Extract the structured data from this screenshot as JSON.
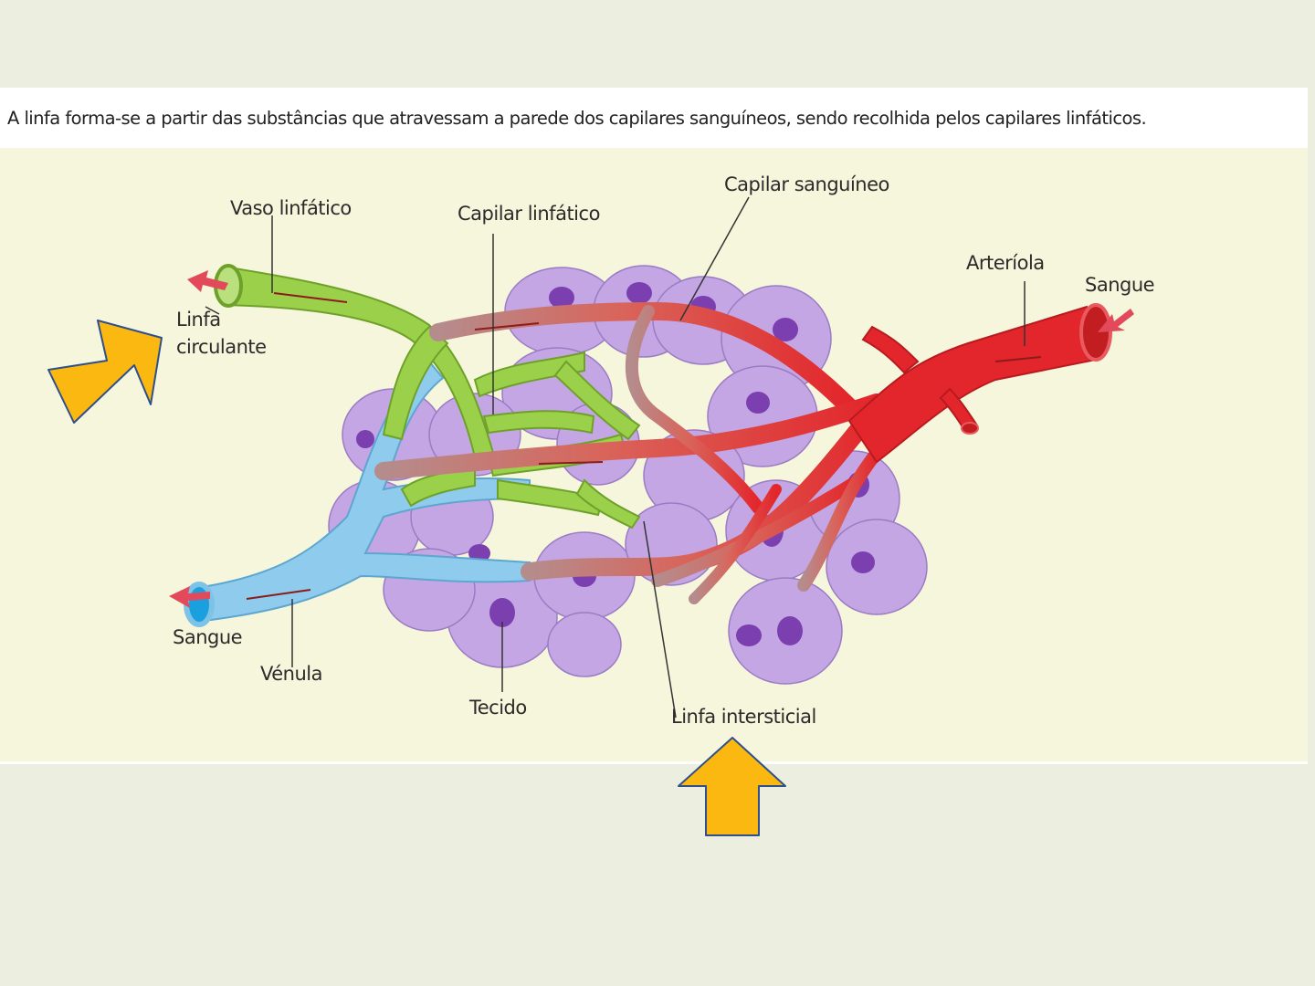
{
  "caption": "A linfa forma-se a partir das substâncias que atravessam a parede dos capilares sanguíneos, sendo recolhida pelos capilares linfáticos.",
  "labels": {
    "vaso_linfatico": "Vaso linfático",
    "capilar_linfatico": "Capilar linfático",
    "capilar_sanguineo": "Capilar sanguíneo",
    "arteriola": "Arteríola",
    "sangue_in": "Sangue",
    "linfa_circulante_1": "Linfa",
    "linfa_circulante_2": "circulante",
    "sangue_out": "Sangue",
    "venula": "Vénula",
    "tecido": "Tecido",
    "linfa_intersticial": "Linfa intersticial"
  },
  "colors": {
    "lymph_green": "#9bd14a",
    "blood_red": "#e3262b",
    "vein_blue": "#8fcbec",
    "tissue_purple": "#c3a6e3",
    "nucleus": "#7b3fb0",
    "highlight_arrow": "#fbb810"
  }
}
